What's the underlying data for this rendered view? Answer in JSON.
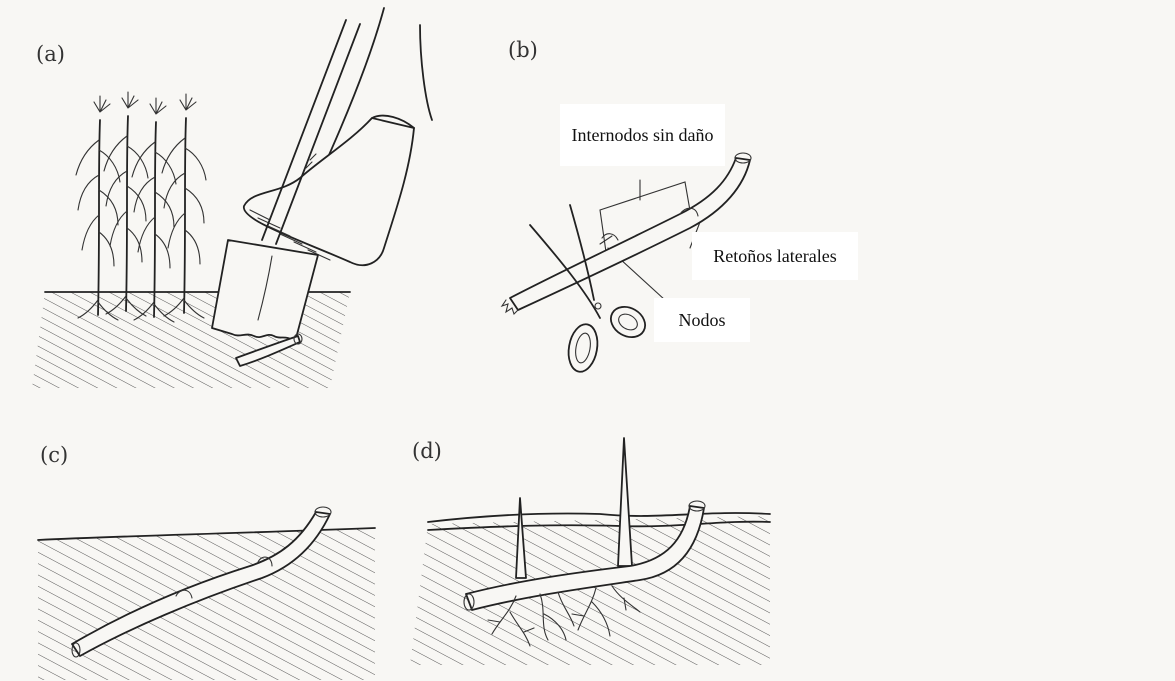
{
  "panels": [
    {
      "id": "a",
      "label": "(a)"
    },
    {
      "id": "b",
      "label": "(b)"
    },
    {
      "id": "c",
      "label": "(c)"
    },
    {
      "id": "d",
      "label": "(d)"
    }
  ],
  "callouts": {
    "internodes": "Internodos sin daño",
    "lateral_shoots": "Retoños laterales",
    "nodes": "Nodos"
  }
}
